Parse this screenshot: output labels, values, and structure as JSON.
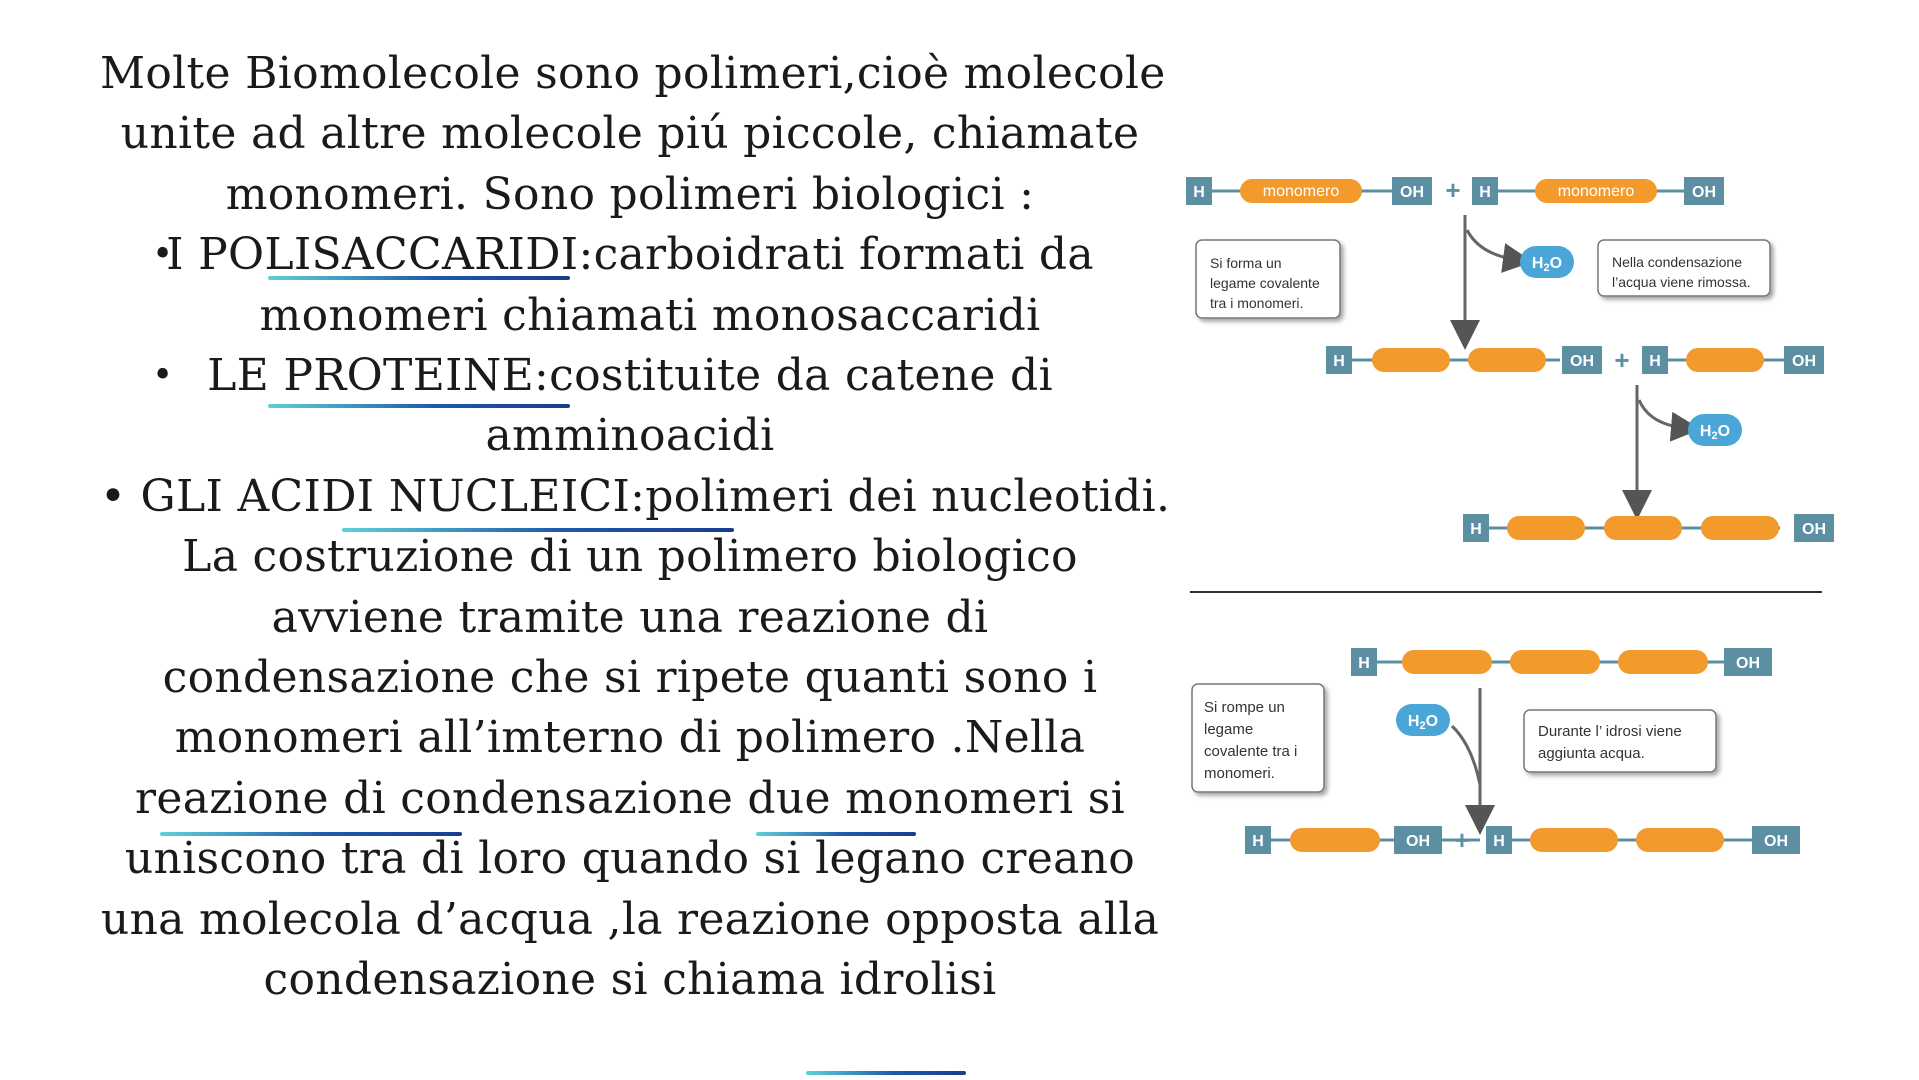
{
  "text": {
    "intro": [
      "Molte Biomolecole  sono polimeri,cioè molecole",
      "unite ad altre molecole piú piccole, chiamate",
      "monomeri. Sono polimeri biologici :"
    ],
    "bullets": [
      {
        "line1": "I POLISACCARIDI:carboidrati formati da",
        "line2": "monomeri chiamati monosaccaridi"
      },
      {
        "line1": "LE PROTEINE:costituite da catene di",
        "line2": "amminoacidi"
      },
      {
        "line1": "• GLI ACIDI NUCLEICI:polimeri dei nucleotidi."
      }
    ],
    "bullet_symbol": "•",
    "paragraph": [
      "La costruzione di un polimero biologico",
      "avviene tramite una reazione di",
      "condensazione che si ripete quanti sono i",
      "monomeri all’imterno di polimero .Nella",
      "reazione di condensazione due monomeri si",
      "uniscono tra di loro quando si legano creano",
      "una molecola d’acqua ,la reazione opposta alla",
      "condensazione si chiama idrolisi"
    ]
  },
  "diagram": {
    "h": "H",
    "oh": "OH",
    "plus": "+",
    "monomer_label": "monomero",
    "water": "H",
    "water_sub": "2",
    "water_o": "O",
    "condensation_left_note": [
      "Si forma un",
      "legame covalente",
      "tra i monomeri."
    ],
    "condensation_right_note": [
      "Nella condensazione",
      "l’acqua viene rimossa."
    ],
    "hydrolysis_left_note": [
      "Si rompe un",
      "legame",
      "covalente tra i",
      "monomeri."
    ],
    "hydrolysis_right_note": [
      "Durante l’ idrosi viene",
      "aggiunta acqua."
    ]
  },
  "colors": {
    "orange": "#f39a2c",
    "teal_box": "#5d8fa3",
    "water": "#4aa6d6",
    "underline_start": "#5fd0d8",
    "underline_end": "#1a3d8c"
  }
}
